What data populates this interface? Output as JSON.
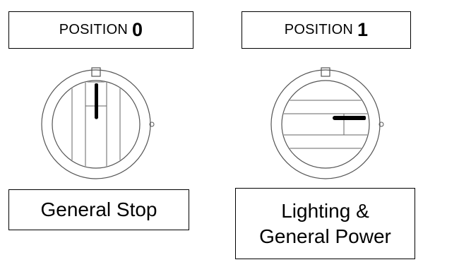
{
  "positions": [
    {
      "label_prefix": "POSITION",
      "number": "0",
      "description_lines": [
        "General Stop"
      ],
      "handle": "vertical"
    },
    {
      "label_prefix": "POSITION",
      "number": "1",
      "description_lines": [
        "Lighting &",
        "General Power"
      ],
      "handle": "horizontal"
    }
  ]
}
